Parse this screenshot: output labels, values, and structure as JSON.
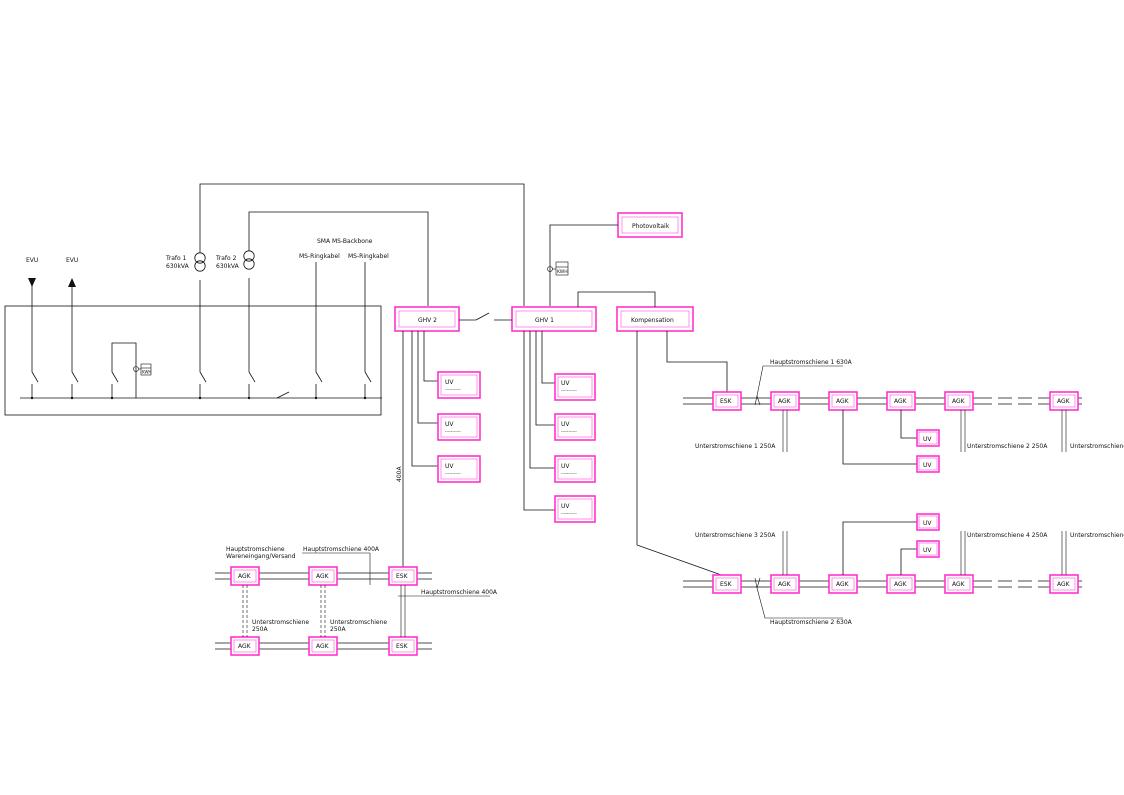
{
  "colors": {
    "box_border": "#ff33cc",
    "line": "#111111",
    "background": "#ffffff"
  },
  "labels": {
    "evu": "EVU",
    "trafo1": "Trafo 1",
    "trafo2": "Trafo 2",
    "trafo_rating": "630kVA",
    "sma_backbone": "SMA MS-Backbone",
    "ms_ringkabel": "MS-Ringkabel",
    "kwh": "KWH",
    "meter_top": "∑ 0 0",
    "ghv2": "GHV 2",
    "ghv1": "GHV 1",
    "photovoltaik": "Photovoltaik",
    "kompensation": "Kompensation",
    "uv": "UV",
    "uv_sub": "-----------",
    "rating_400a": "400A",
    "esk": "ESK",
    "agk": "AGK",
    "hs1": "Hauptstromschiene 1 630A",
    "hs2": "Hauptstromschiene 2 630A",
    "us1": "Unterstromschiene 1 250A",
    "us2": "Unterstromschiene 2 250A",
    "us3": "Unterstromschiene 3 250A",
    "us4": "Unterstromschiene 4 250A",
    "unterstromschiene": "Unterstromschiene",
    "rating_250a": "250A",
    "hs_400a": "Hauptstromschiene 400A",
    "hs_title_1": "Hauptstromschiene",
    "hs_title_2": "Wareneingang/Versand"
  }
}
